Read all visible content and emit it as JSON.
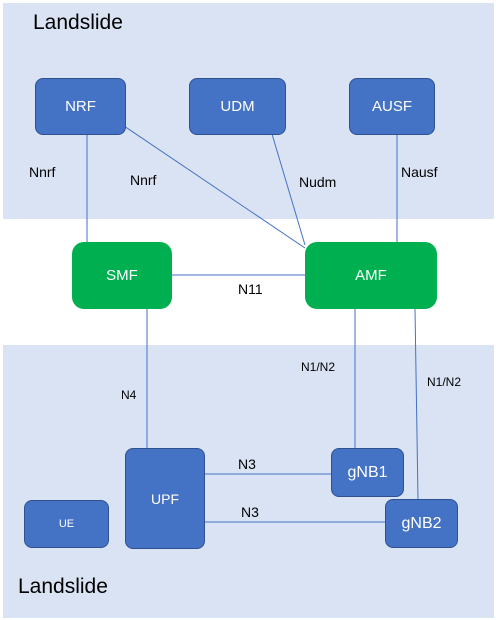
{
  "regions": {
    "top_label": "Landslide",
    "bottom_label": "Landslide"
  },
  "nodes": {
    "nrf": "NRF",
    "udm": "UDM",
    "ausf": "AUSF",
    "smf": "SMF",
    "amf": "AMF",
    "upf": "UPF",
    "gnb1": "gNB1",
    "gnb2": "gNB2",
    "ue": "UE"
  },
  "links": {
    "nrf_smf": "Nnrf",
    "nrf_amf": "Nnrf",
    "udm_amf": "Nudm",
    "ausf_amf": "Nausf",
    "smf_amf": "N11",
    "smf_upf": "N4",
    "amf_gnb1": "N1/N2",
    "amf_gnb2": "N1/N2",
    "upf_gnb1": "N3",
    "upf_gnb2": "N3"
  },
  "colors": {
    "region_fill": "#dae3f3",
    "node_blue": "#4472c4",
    "node_green": "#00b050",
    "link_line": "#4472c4"
  }
}
